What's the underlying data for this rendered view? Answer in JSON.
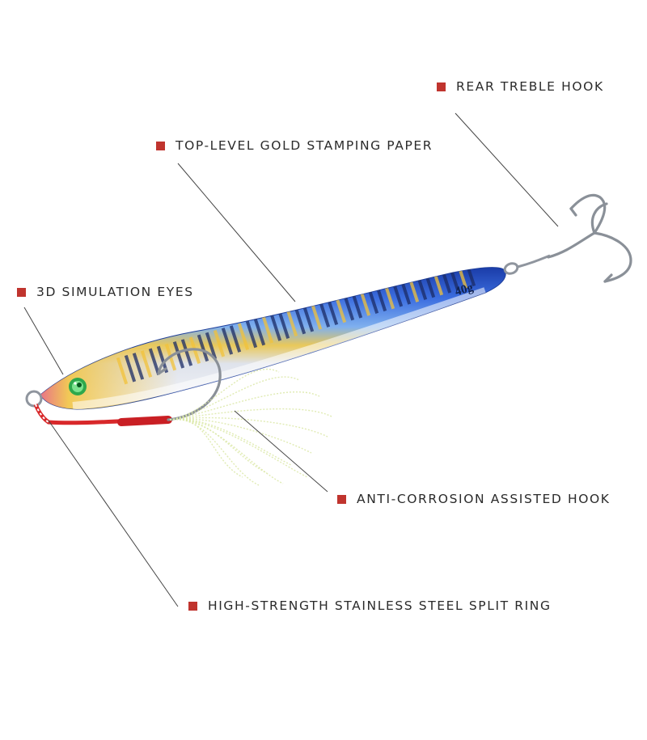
{
  "colors": {
    "marker": "#c0342e",
    "leader_line": "#444444",
    "lure_top": "#2f57c9",
    "lure_belly": "#e6e8ef",
    "gold_flash": "#f2c23a",
    "eye": "#4cd46a",
    "assist_cord": "#d8282a",
    "hook_metal": "#8f959e"
  },
  "lure": {
    "weight_text": "40g"
  },
  "callouts": {
    "rear_treble_hook": "REAR TREBLE HOOK",
    "gold_stamping_paper": "TOP-LEVEL GOLD STAMPING PAPER",
    "simulation_eyes": "3D SIMULATION EYES",
    "assisted_hook": "ANTI-CORROSION ASSISTED HOOK",
    "split_ring": "HIGH-STRENGTH STAINLESS STEEL SPLIT RING"
  }
}
